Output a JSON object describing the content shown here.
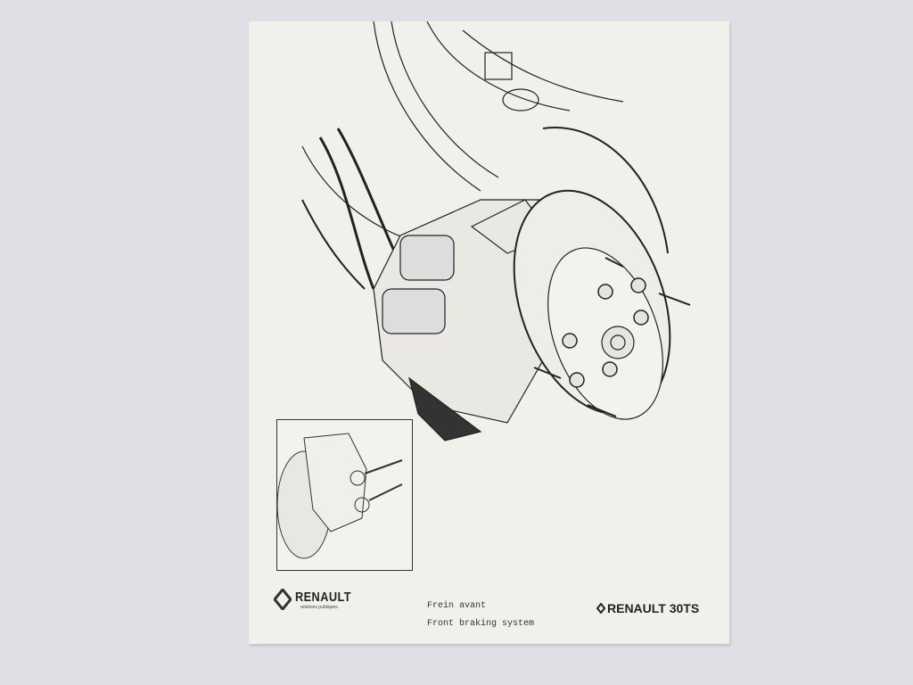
{
  "document": {
    "caption_fr": "Frein avant",
    "caption_en": "Front braking system",
    "publisher_logo": {
      "brand": "RENAULT",
      "subtitle": "relations publiques"
    },
    "model_logo": "RENAULT 30TS"
  }
}
